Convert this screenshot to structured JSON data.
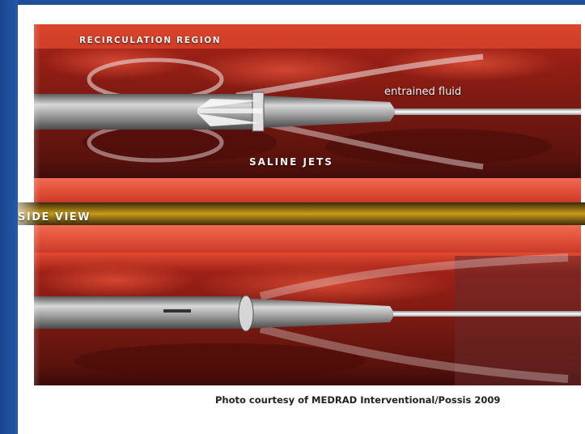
{
  "labels": {
    "recirculation_region": "RECIRCULATION REGION",
    "entrained_fluid": "entrained fluid",
    "saline_jets": "SALINE JETS",
    "side_view": "SIDE VIEW",
    "photo_credit": "Photo courtesy of MEDRAD Interventional/Possis   2009"
  },
  "colors": {
    "frame_blue": "#1f4f9a",
    "vessel_red": "#b8281c",
    "vessel_dark": "#5a1410",
    "tissue_orange": "#e85a3a",
    "side_view_gold": "#c9a01a",
    "catheter_gray": "#9a9a9a"
  }
}
